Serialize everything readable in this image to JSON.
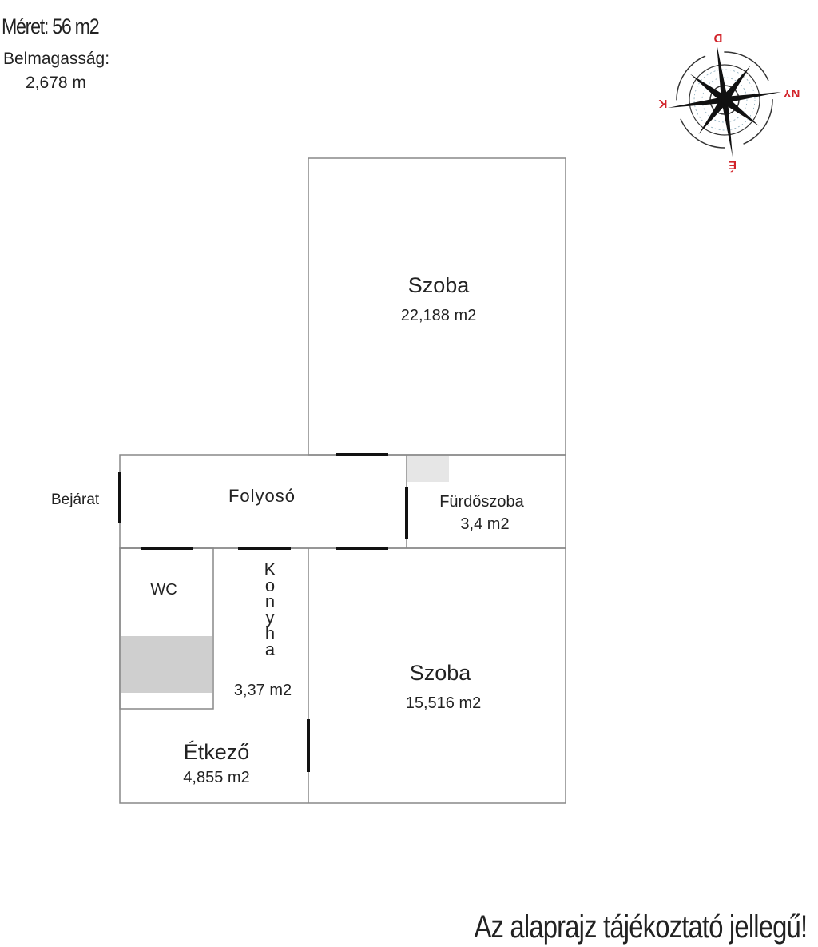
{
  "info": {
    "size_label": "Méret: 56 m2",
    "ceiling_height_label": "Belmagasság:",
    "ceiling_height_value": "2,678 m"
  },
  "compass": {
    "north": "É",
    "south": "D",
    "east": "K",
    "west": "NY",
    "label_color": "#d2232a"
  },
  "rooms": {
    "szoba_1": {
      "name": "Szoba",
      "area": "22,188 m2"
    },
    "folyoso": {
      "name": "Folyosó"
    },
    "furdoszoba": {
      "name": "Fürdőszoba",
      "area": "3,4 m2"
    },
    "wc": {
      "name": "WC"
    },
    "konyha": {
      "name": "Konyha",
      "area": "3,37 m2"
    },
    "szoba_2": {
      "name": "Szoba",
      "area": "15,516 m2"
    },
    "etkezo": {
      "name": "Étkező",
      "area": "4,855 m2"
    }
  },
  "entrance_label": "Bejárat",
  "disclaimer": "Az alaprajz tájékoztató jellegű!",
  "colors": {
    "wall": "#888888",
    "door": "#111111",
    "fixture": "#cfcfcf"
  }
}
